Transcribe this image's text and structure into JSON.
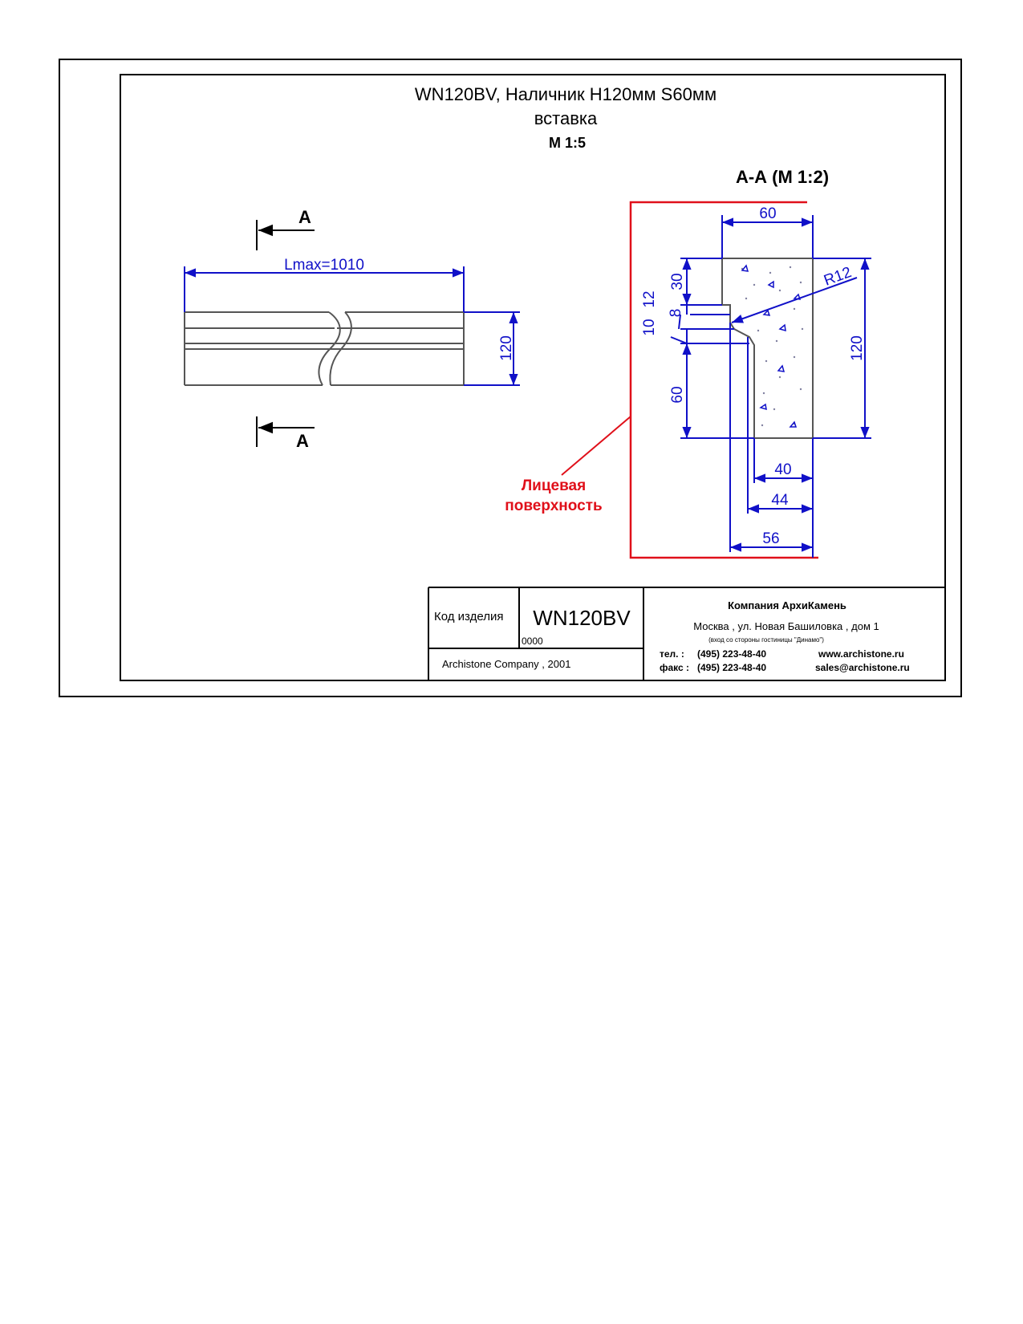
{
  "title": {
    "line1": "WN120BV, Наличник H120мм S60мм",
    "line2": "вставка",
    "scale": "М 1:5"
  },
  "section": {
    "label": "А-А (М 1:2)",
    "dims": {
      "top_width": "60",
      "height": "120",
      "radius": "R12",
      "d30": "30",
      "d12": "12",
      "d8": "8",
      "d10": "10",
      "d60": "60",
      "d40": "40",
      "d44": "44",
      "d56": "56"
    }
  },
  "elevation": {
    "section_mark": "A",
    "length": "Lmax=1010",
    "height": "120"
  },
  "face_label": {
    "line1": "Лицевая",
    "line2": "поверхность"
  },
  "title_block": {
    "code_label": "Код изделия",
    "code": "WN120BV",
    "number": "0000",
    "copyright": "Archistone  Company ,  2001",
    "company": "Компания  АрхиКамень",
    "address": "Москва , ул. Новая Башиловка , дом 1",
    "address_note": "(вход со стороны гостиницы \"Динамо\")",
    "phone_label": "тел.   :",
    "phone": "(495) 223-48-40",
    "fax_label": "факс :",
    "fax": "(495) 223-48-40",
    "website": "www.archistone.ru",
    "email": "sales@archistone.ru"
  },
  "colors": {
    "dimension": "#1010c8",
    "face": "#e0101a",
    "outline": "#000000"
  }
}
